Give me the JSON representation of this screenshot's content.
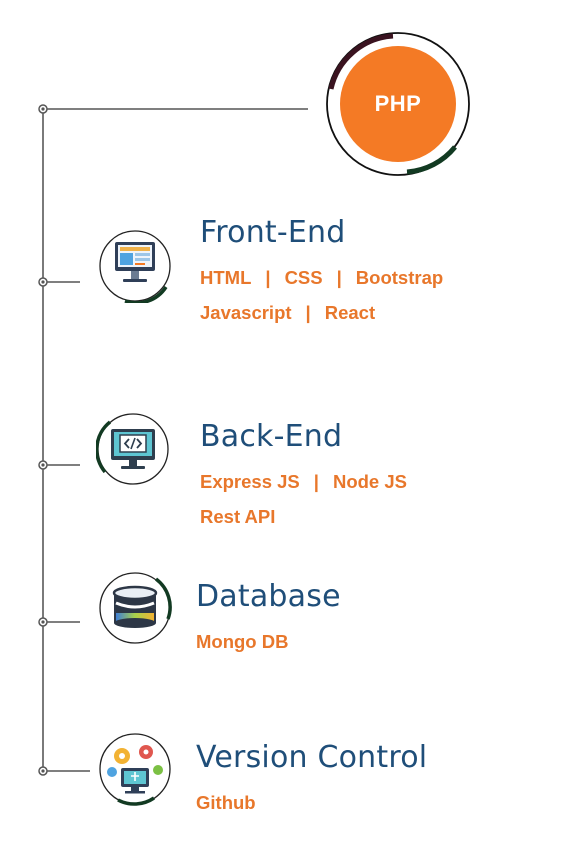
{
  "main": {
    "label": "PHP",
    "colors": {
      "orange": "#f47a25",
      "dark_green": "#123a22",
      "dark_maroon": "#3a1320",
      "navy": "#1f4e79",
      "text_orange": "#e8772b"
    }
  },
  "sections": [
    {
      "icon": "web-design-monitor-icon",
      "heading": "Front-End",
      "rows": [
        [
          "HTML",
          "CSS",
          "Bootstrap"
        ],
        [
          "Javascript",
          "React"
        ]
      ]
    },
    {
      "icon": "code-monitor-icon",
      "heading": "Back-End",
      "rows": [
        [
          "Express JS",
          "Node JS"
        ],
        [
          "Rest API"
        ]
      ]
    },
    {
      "icon": "database-icon",
      "heading": "Database",
      "rows": [
        [
          "Mongo DB"
        ]
      ]
    },
    {
      "icon": "version-control-gears-icon",
      "heading": "Version Control",
      "rows": [
        [
          "Github"
        ]
      ]
    }
  ]
}
